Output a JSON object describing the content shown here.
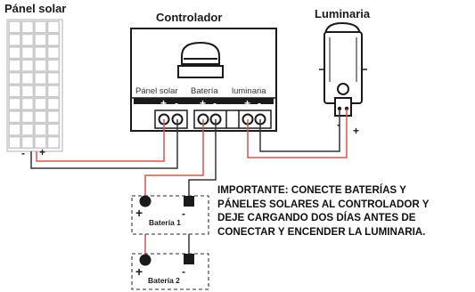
{
  "solar_panel": {
    "title": "Pánel solar",
    "neg_sign": "-",
    "pos_sign": "+"
  },
  "controller": {
    "title": "Controlador",
    "terminal_labels": [
      "Pánel solar",
      "Batería",
      "luminaria"
    ],
    "terminal_signs": [
      "+",
      "-",
      "+",
      "-",
      "+",
      "-"
    ]
  },
  "luminaire": {
    "title": "Luminaria",
    "neg_sign": "-",
    "pos_sign": "+"
  },
  "batteries": [
    {
      "label": "Batería 1",
      "pos_sign": "+",
      "neg_sign": "-"
    },
    {
      "label": "Batería 2",
      "pos_sign": "+",
      "neg_sign": "-"
    }
  ],
  "notice_lines": [
    "IMPORTANTE: CONECTE BATERÍAS Y",
    "PÁNELES SOLARES AL CONTROLADOR Y",
    "DEJE CARGANDO DOS DÍAS ANTES DE",
    "CONECTAR Y ENCENDER LA LUMINARIA."
  ],
  "colors": {
    "positive_wire": "#d9534f",
    "negative_wire": "#333333",
    "panel_cell": "#c9c9c9",
    "outline": "#1a1a1a"
  }
}
